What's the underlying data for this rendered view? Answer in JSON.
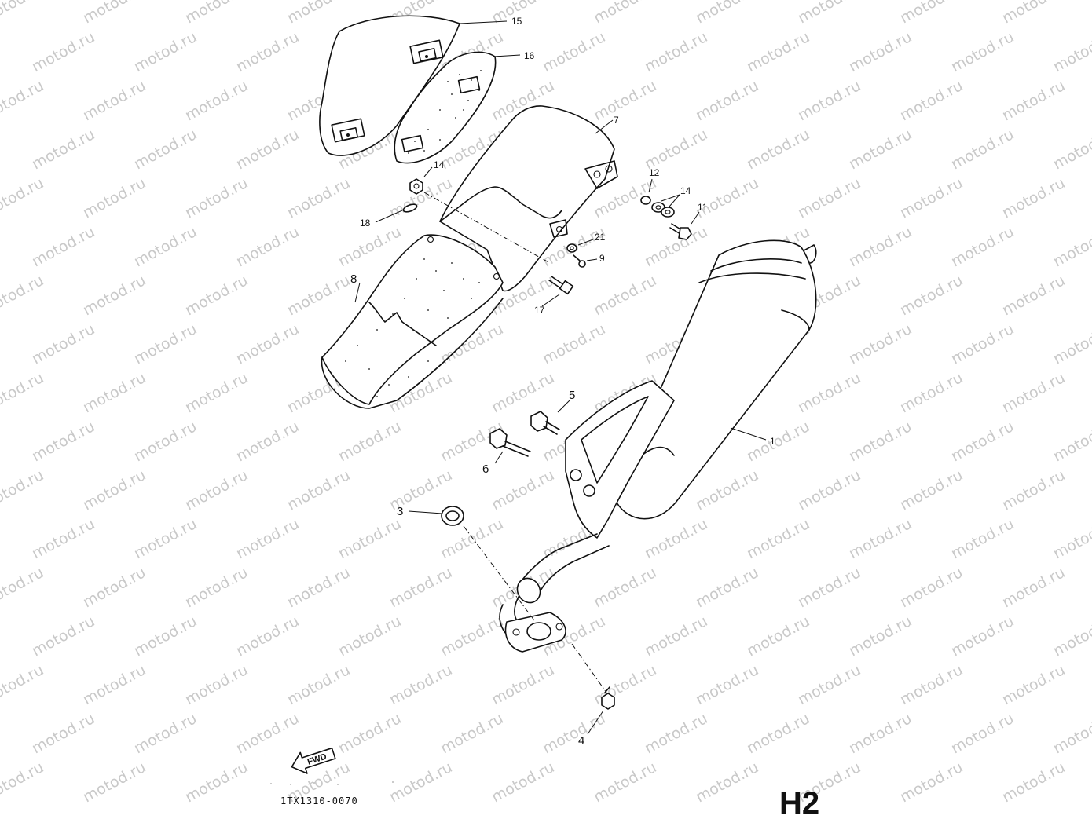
{
  "watermark": {
    "text": "motod.ru"
  },
  "callouts": [
    {
      "id": "1",
      "label": "1"
    },
    {
      "id": "3",
      "label": "3"
    },
    {
      "id": "4",
      "label": "4"
    },
    {
      "id": "5",
      "label": "5"
    },
    {
      "id": "6",
      "label": "6"
    },
    {
      "id": "7",
      "label": "7"
    },
    {
      "id": "8",
      "label": "8"
    },
    {
      "id": "9",
      "label": "9"
    },
    {
      "id": "11",
      "label": "11"
    },
    {
      "id": "12",
      "label": "12"
    },
    {
      "id": "14a",
      "label": "14"
    },
    {
      "id": "14b",
      "label": "14"
    },
    {
      "id": "15",
      "label": "15"
    },
    {
      "id": "16",
      "label": "16"
    },
    {
      "id": "17",
      "label": "17"
    },
    {
      "id": "18",
      "label": "18"
    },
    {
      "id": "21",
      "label": "21"
    }
  ],
  "fwd_arrow": {
    "label": "FWD"
  },
  "diagram_code": "1TX1310-0070",
  "section_label": "H2"
}
